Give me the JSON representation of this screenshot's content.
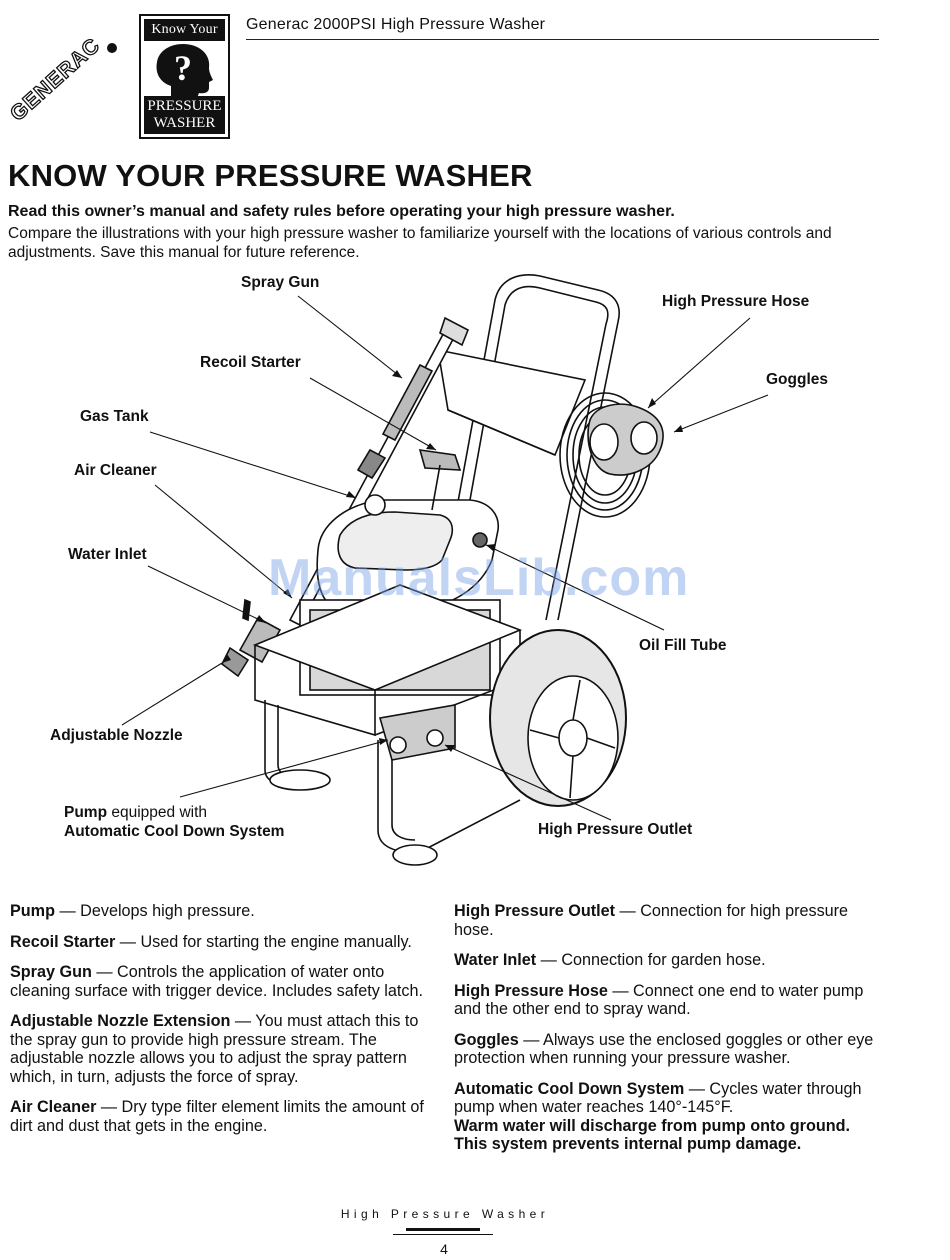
{
  "header": {
    "title": "Generac 2000PSI  High Pressure Washer",
    "brand_logo_text": "GENERAC",
    "badge_top": "Know Your",
    "badge_bottom_1": "PRESSURE",
    "badge_bottom_2": "WASHER"
  },
  "page_title": "KNOW YOUR PRESSURE WASHER",
  "intro": {
    "bold": "Read this owner’s manual and safety rules before operating your high pressure washer.",
    "text": "Compare the illustrations with your high pressure washer to familiarize yourself with the locations of various controls and adjustments.  Save this manual for future reference."
  },
  "diagram": {
    "callouts": {
      "spray_gun": "Spray Gun",
      "recoil_starter": "Recoil Starter",
      "gas_tank": "Gas Tank",
      "air_cleaner": "Air Cleaner",
      "water_inlet": "Water Inlet",
      "adjustable_nozzle": "Adjustable Nozzle",
      "pump_bold": "Pump",
      "pump_plain": " equipped with",
      "pump_line2": "Automatic Cool Down System",
      "high_pressure_hose": "High Pressure Hose",
      "goggles": "Goggles",
      "oil_fill_tube": "Oil Fill Tube",
      "high_pressure_outlet": "High Pressure Outlet"
    },
    "watermark": "ManualsLib.com"
  },
  "descriptions": {
    "left": [
      {
        "term": "Pump",
        "text": " — Develops high pressure."
      },
      {
        "term": "Recoil Starter",
        "text": " — Used for starting the engine manually."
      },
      {
        "term": "Spray Gun",
        "text": "  — Controls the application of water onto cleaning surface with trigger device.  Includes safety latch."
      },
      {
        "term": "Adjustable Nozzle Extension",
        "text": " — You must attach this to the spray gun to provide high pressure stream. The adjustable nozzle allows you to adjust the spray pattern which, in turn, adjusts the force of spray."
      },
      {
        "term": "Air Cleaner",
        "text": " — Dry type filter element limits the amount of dirt and dust that gets in the engine."
      }
    ],
    "right": [
      {
        "term": "High Pressure Outlet",
        "text": " — Connection for high pressure hose."
      },
      {
        "term": "Water Inlet",
        "text": " — Connection for garden hose."
      },
      {
        "term": "High Pressure Hose",
        "text": " — Connect one end to water pump and the other end to spray wand."
      },
      {
        "term": "Goggles",
        "text": " — Always use the enclosed goggles or other eye protection when running your pressure washer."
      },
      {
        "term": "Automatic Cool Down System",
        "text": " — Cycles water through pump when water reaches 140°-145°F.",
        "warning": "Warm water will discharge from pump onto ground. This system prevents internal pump damage."
      }
    ]
  },
  "footer": {
    "label": "High Pressure Washer",
    "page_number": "4"
  }
}
